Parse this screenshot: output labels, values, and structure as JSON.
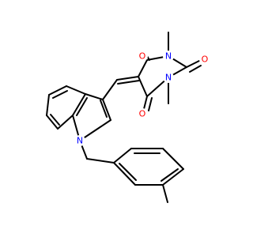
{
  "structure": {
    "atoms": {
      "o_top": {
        "symbol": "O",
        "color": "#ff0000"
      },
      "n_top": {
        "symbol": "N",
        "color": "#0000ff"
      },
      "o_right": {
        "symbol": "O",
        "color": "#ff0000"
      },
      "n_mid": {
        "symbol": "N",
        "color": "#0000ff"
      },
      "o_bottom": {
        "symbol": "O",
        "color": "#ff0000"
      },
      "n_indole": {
        "symbol": "N",
        "color": "#0000ff"
      }
    }
  }
}
